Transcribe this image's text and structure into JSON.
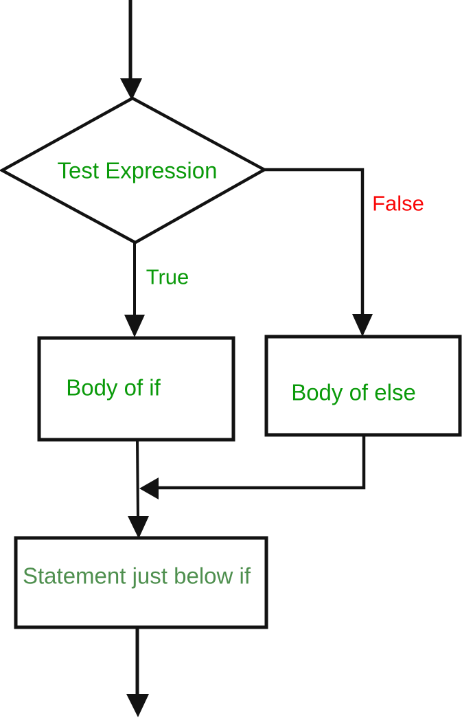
{
  "diagram": {
    "type": "flowchart",
    "background": "#ffffff",
    "line_color": "#121212",
    "shape_fill": "#ffffff",
    "nodes": [
      {
        "id": "decision",
        "shape": "diamond",
        "label": "Test Expression",
        "color": "#0a9a0a"
      },
      {
        "id": "body-if",
        "shape": "rectangle",
        "label": "Body of if",
        "color": "#0a9a0a"
      },
      {
        "id": "body-else",
        "shape": "rectangle",
        "label": "Body of else",
        "color": "#0a9a0a"
      },
      {
        "id": "statement",
        "shape": "rectangle",
        "label": "Statement just below if",
        "color": "#4e8f4e"
      }
    ],
    "branches": [
      {
        "id": "true-branch",
        "from": "decision",
        "to": "body-if",
        "label": "True",
        "color": "#0a9a0a"
      },
      {
        "id": "false-branch",
        "from": "decision",
        "to": "body-else",
        "label": "False",
        "color": "#f90606"
      }
    ]
  }
}
